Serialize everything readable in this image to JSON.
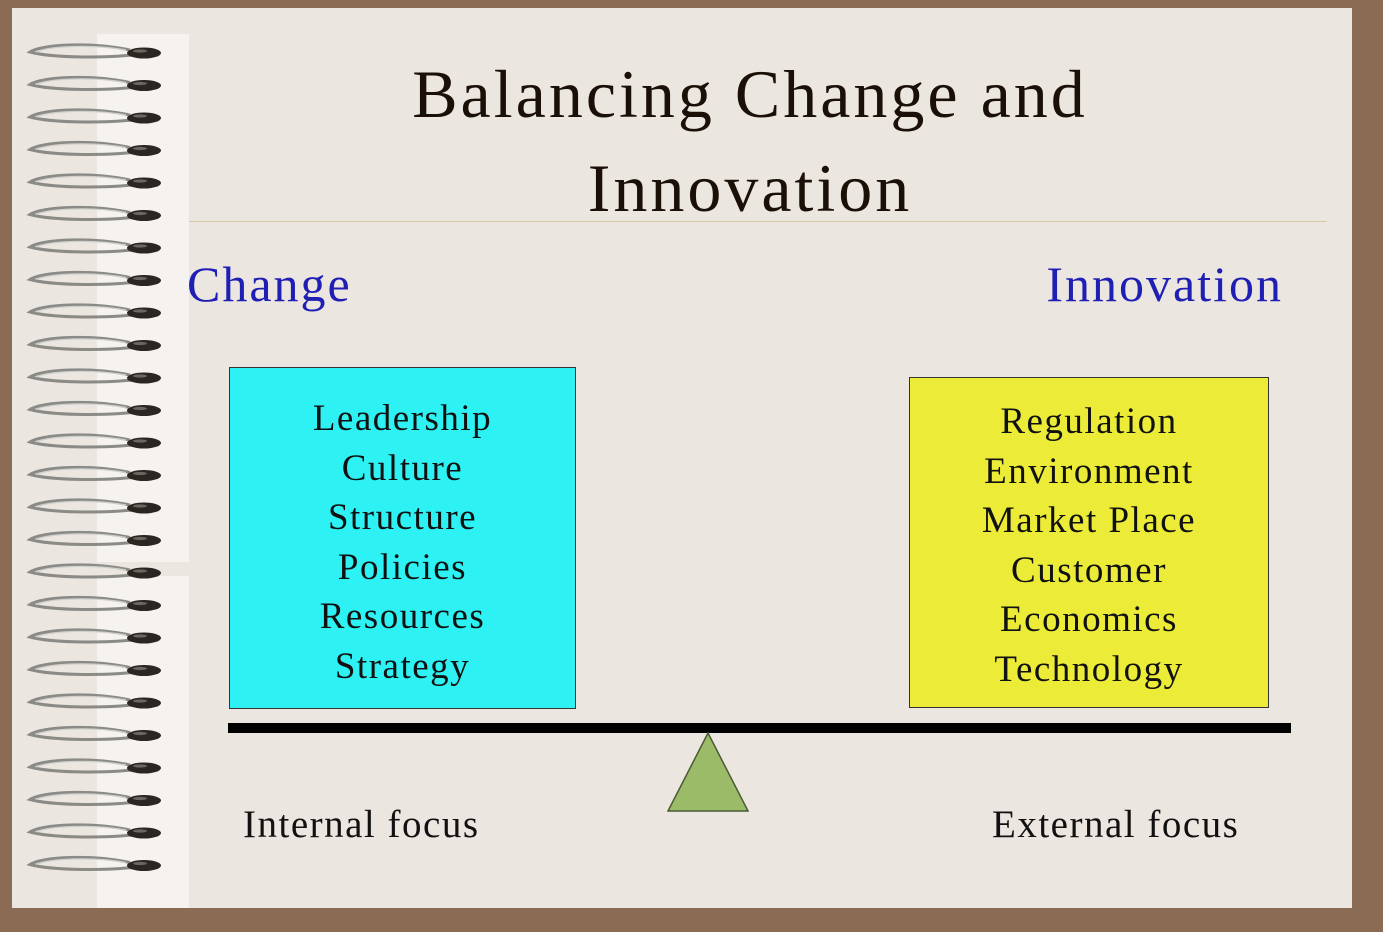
{
  "slide": {
    "title_line1": "Balancing Change and",
    "title_line2": "Innovation",
    "left_heading": "Change",
    "right_heading": "Innovation",
    "change_factors": [
      "Leadership",
      "Culture",
      "Structure",
      "Policies",
      "Resources",
      "Strategy"
    ],
    "innovation_factors": [
      "Regulation",
      "Environment",
      "Market Place",
      "Customer",
      "Economics",
      "Technology"
    ],
    "left_focus": "Internal focus",
    "right_focus": "External focus"
  },
  "colors": {
    "frame": "#8c6b55",
    "background": "#ece6e1",
    "heading_text": "#1f1fb4",
    "change_box": "#2ef1f3",
    "innovation_box": "#ecec38",
    "fulcrum": "#9bbb69"
  },
  "icons": {
    "binding": "spiral-binding-icon",
    "fulcrum": "triangle-fulcrum-icon"
  }
}
